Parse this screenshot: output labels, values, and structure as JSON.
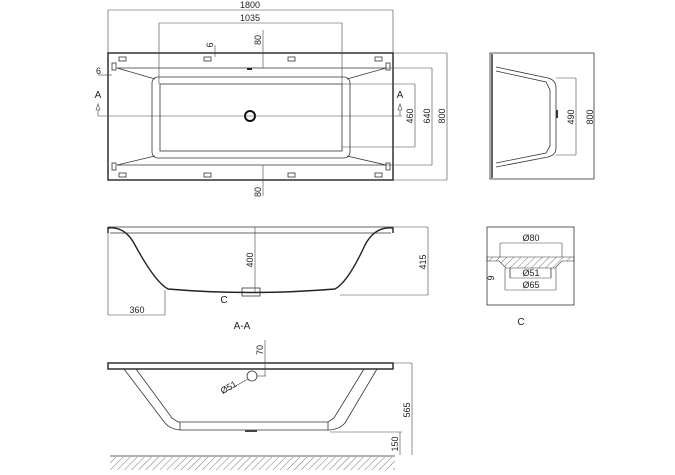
{
  "title": "Bathtub technical drawing",
  "top_view": {
    "length": "1800",
    "basin_length": "1035",
    "rim_top": "80",
    "rim_bottom": "80",
    "gap_top": "6",
    "gap_left": "6",
    "section_left": "A",
    "section_right": "A",
    "basin_width": "460",
    "inner_width": "640",
    "width": "800"
  },
  "side_view": {
    "basin_width": "490",
    "width": "800"
  },
  "section": {
    "depth": "400",
    "height": "415",
    "offset": "360",
    "detail_label": "C",
    "title": "A-A"
  },
  "detail_c": {
    "d80": "Ø80",
    "d51": "Ø51",
    "d65": "Ø65",
    "thickness": "9",
    "title": "C"
  },
  "front_view": {
    "overflow_height": "70",
    "overflow_diameter": "Ø51",
    "total_height": "565",
    "leg_height": "150"
  }
}
